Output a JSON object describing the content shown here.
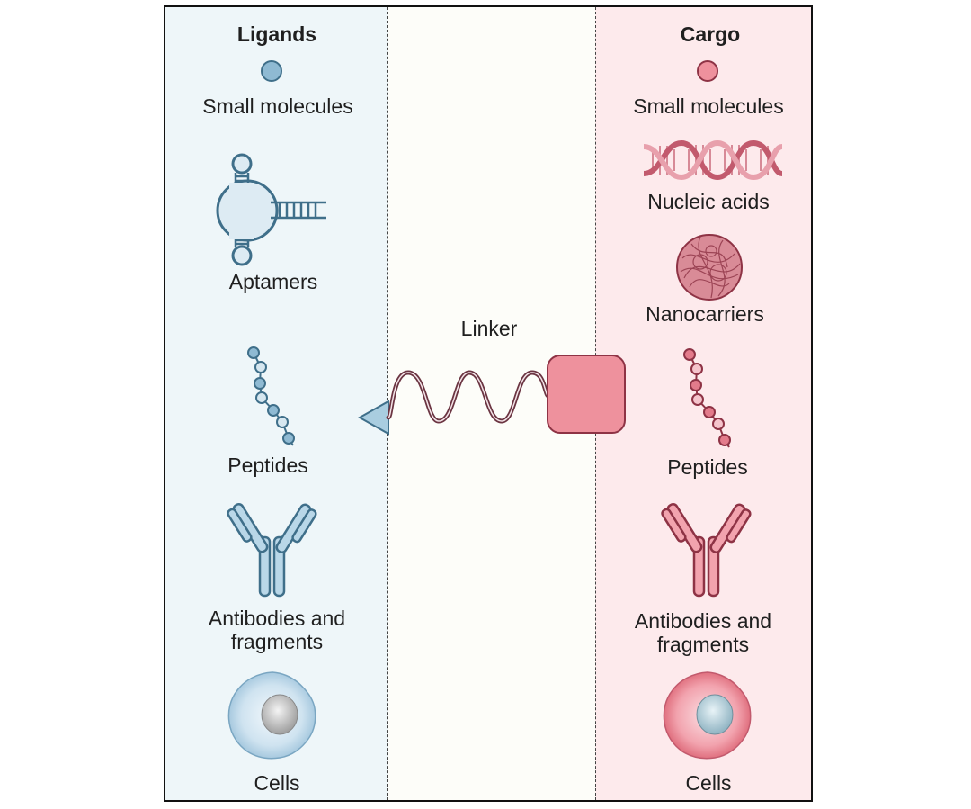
{
  "ligands": {
    "heading": "Ligands",
    "items": [
      "Small molecules",
      "Aptamers",
      "Peptides",
      "Antibodies and",
      "fragments",
      "Cells"
    ]
  },
  "linker": {
    "label": "Linker"
  },
  "cargo": {
    "heading": "Cargo",
    "items": [
      "Small molecules",
      "Nucleic acids",
      "Nanocarriers",
      "Peptides",
      "Antibodies and",
      "fragments",
      "Cells"
    ]
  },
  "colors": {
    "ligand_fill": "#a9cde0",
    "ligand_stroke": "#3f6f8a",
    "cargo_fill": "#ee919d",
    "cargo_stroke": "#8e3345",
    "linker_stroke": "#6b3542"
  },
  "icons": [
    "circle-icon",
    "aptamer-icon",
    "peptide-chain-icon",
    "antibody-icon",
    "cell-icon",
    "dna-helix-icon",
    "nanocarrier-icon",
    "triangle-icon",
    "square-icon"
  ]
}
